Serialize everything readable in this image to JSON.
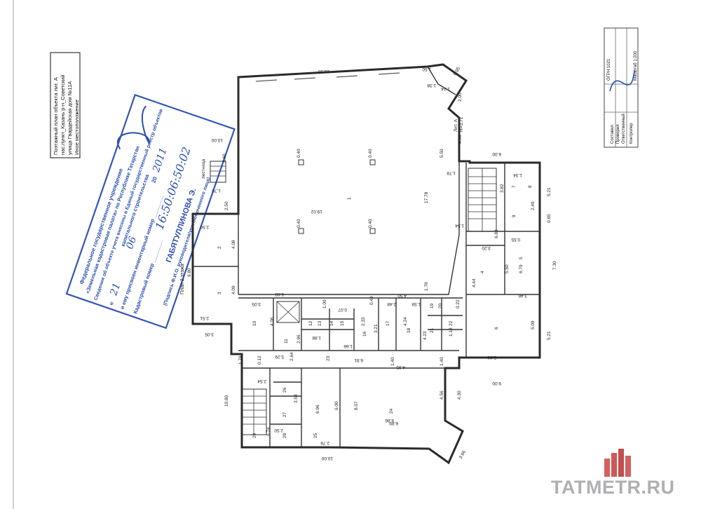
{
  "header_block": {
    "line1": "Поэтажный план объекта  лит. А",
    "line2": "нас.пункт_Казань р-н_Советский",
    "line3": "улица Гвардейская          дом №11А",
    "line4": "Иное местоположение"
  },
  "stamp": {
    "line1": "Федеральное государственное учреждение",
    "line2": "«Земельная кадастровая палата» по Республике Татарстан",
    "line3": "Сведения об объекте учета внесены в Единый государственный реестр объектов",
    "line4": "капитального строительства",
    "line5": "и ему присвоен инвентарный номер ________",
    "line6": "Кадастровый номер ________",
    "date_prefix": "«",
    "hand_day": "21",
    "hand_month": "06",
    "hand_year": "2011",
    "year_suffix": "20",
    "name": "ГАБЯТУЛЛИНОВА Э.",
    "sig_caption": "(Подпись   Ф.И.О. руководителя/уполномоченного лица)"
  },
  "title_block": {
    "rows": [
      "Составил",
      "Проверил",
      "Ответственный",
      "Контролер"
    ],
    "scale": "Масштаб 1:200",
    "stamp_label": "ОГРН 1021"
  },
  "plan": {
    "floor_label": "План 2 этажа",
    "stairs_label": "лестница",
    "liter_label": "Лит. А",
    "height_label": "Н=3,71",
    "dims_top": [
      "16.30",
      "1.50",
      "1.38",
      "1.14",
      "2.00",
      "0.95"
    ],
    "dims_main_hall": [
      "19.02",
      "17.78",
      "0.40",
      "0.40",
      "0.40",
      "0.40"
    ],
    "dims_left": [
      "10.00",
      "3.60",
      "1.70",
      "2.50",
      "9.80",
      "3.05",
      "2.50",
      "4.08",
      "4.09",
      "2.51"
    ],
    "dims_right": [
      "6.00",
      "5.50",
      "1.78",
      "4.00",
      "5.21",
      "0.65",
      "7.30",
      "5.21",
      "0.55",
      "3.82",
      "2.49",
      "1.54",
      "1.34"
    ],
    "dims_mid": [
      "6.83",
      "1.00",
      "3.05",
      "4.50",
      "2.48",
      "1.78",
      "1.58",
      "0.07",
      "0.43",
      "3.21",
      "4.24",
      "4.23",
      "4.06",
      "2.96",
      "1.88",
      "1.66",
      "2.33",
      "0.22",
      "1.18",
      "3.58"
    ],
    "dims_lower": [
      "10.80",
      "10.00",
      "6.96",
      "6.00",
      "8.07",
      "4.95",
      "6.91",
      "1.40",
      "1.40",
      "4.30",
      "3.66",
      "2.54",
      "1.79",
      "5.29",
      "2.64",
      "0.12",
      "6.74",
      "2.78",
      "2.50",
      "6.89",
      "4.56",
      "9.00",
      "5.09",
      "3.46",
      "6.79",
      "5.50",
      "4.44",
      "5.08",
      "3.20",
      "6.80",
      "8.86"
    ],
    "room_nums": [
      "1",
      "2",
      "3",
      "4",
      "5",
      "6",
      "7",
      "8",
      "9",
      "10",
      "11",
      "12",
      "13",
      "14",
      "15",
      "16",
      "17",
      "18",
      "19",
      "20",
      "21",
      "22",
      "23",
      "24",
      "25",
      "26",
      "27",
      "28",
      "29"
    ]
  },
  "watermark": {
    "brand": "TATMETR.RU"
  }
}
